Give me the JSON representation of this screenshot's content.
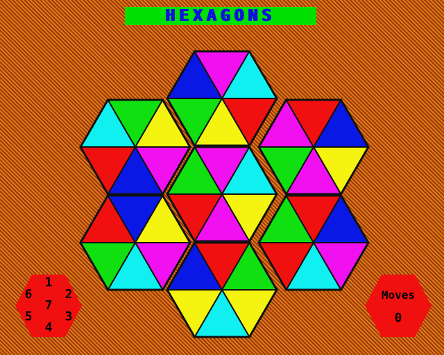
{
  "title": "HEXAGONS",
  "palette": {
    "blue": "#0a18e6",
    "magenta": "#f010f0",
    "cyan": "#10f0f0",
    "green": "#10e010",
    "red": "#f01010",
    "yellow": "#f4f410",
    "background": "#d87018",
    "title_bar": "#00e000",
    "title_text": "#1010e0"
  },
  "hexagons": [
    {
      "id": 1,
      "triangles": [
        "blue",
        "magenta",
        "cyan",
        "red",
        "yellow",
        "green"
      ]
    },
    {
      "id": 2,
      "triangles": [
        "cyan",
        "green",
        "yellow",
        "magenta",
        "blue",
        "red"
      ]
    },
    {
      "id": 3,
      "triangles": [
        "magenta",
        "red",
        "blue",
        "yellow",
        "magenta",
        "green"
      ]
    },
    {
      "id": 4,
      "triangles": [
        "green",
        "magenta",
        "cyan",
        "yellow",
        "magenta",
        "red"
      ]
    },
    {
      "id": 5,
      "triangles": [
        "red",
        "blue",
        "yellow",
        "magenta",
        "cyan",
        "green"
      ]
    },
    {
      "id": 6,
      "triangles": [
        "green",
        "red",
        "blue",
        "magenta",
        "cyan",
        "red"
      ]
    },
    {
      "id": 7,
      "triangles": [
        "blue",
        "red",
        "green",
        "yellow",
        "cyan",
        "yellow"
      ]
    }
  ],
  "bottom_hex": {
    "triangles": [
      "red",
      "yellow",
      "magenta"
    ]
  },
  "keypad": {
    "k1": "1",
    "k2": "2",
    "k3": "3",
    "k4": "4",
    "k5": "5",
    "k6": "6",
    "k7": "7"
  },
  "moves": {
    "label": "Moves",
    "count": "0"
  }
}
